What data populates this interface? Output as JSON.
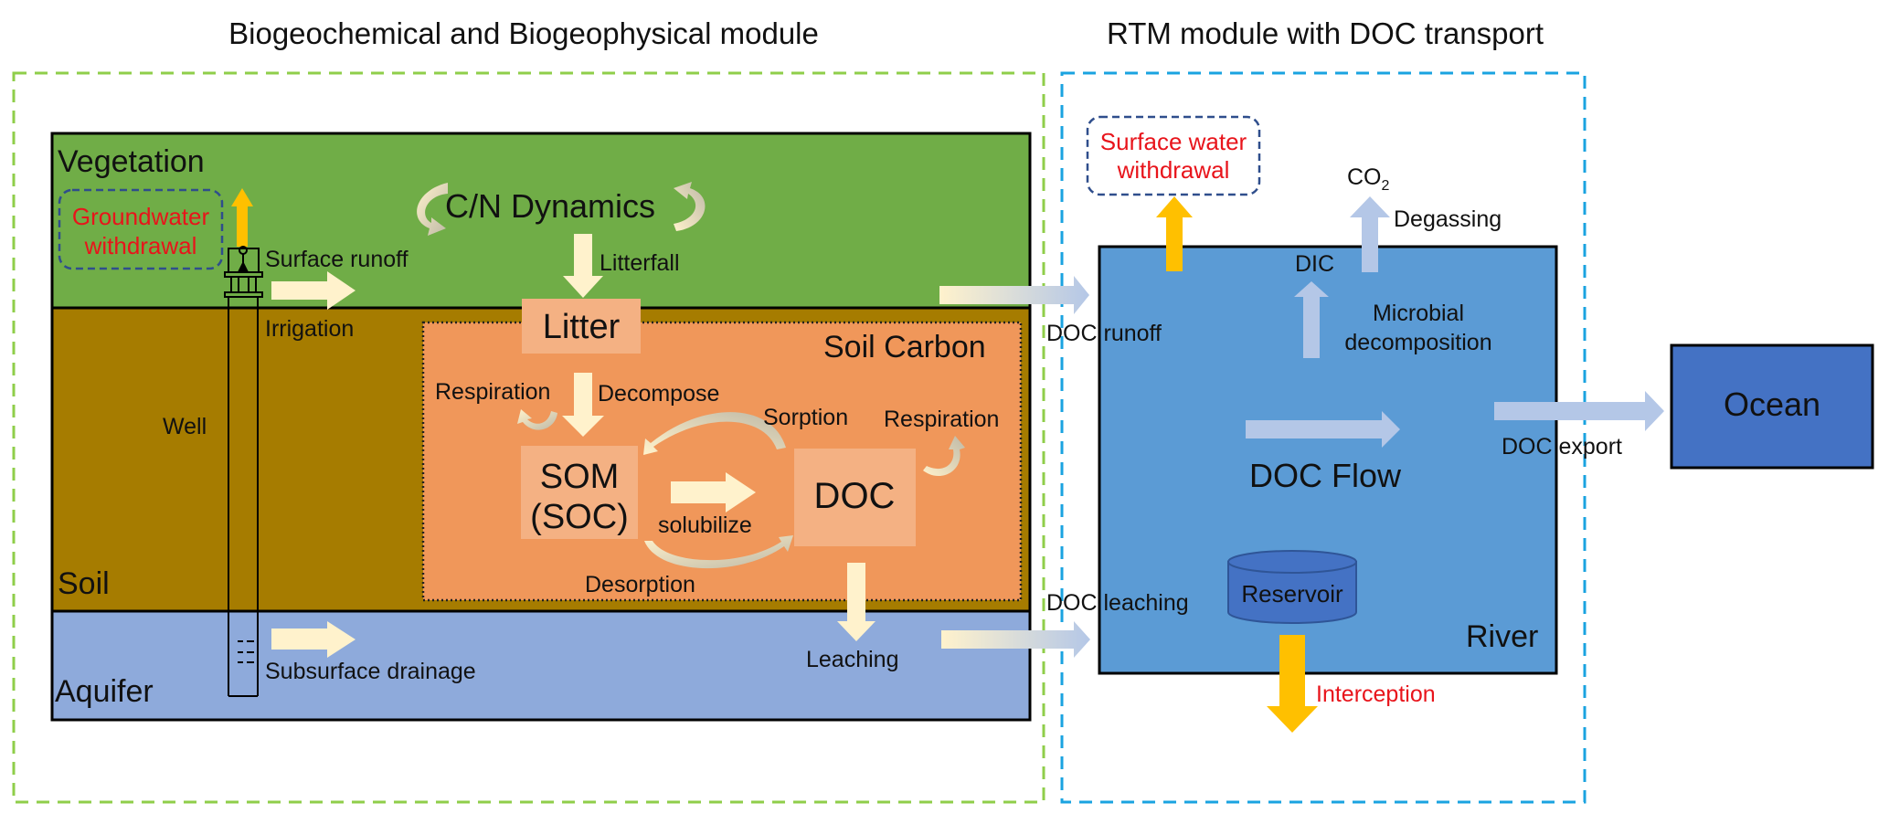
{
  "titles": {
    "left_module": "Biogeochemical and Biogeophysical module",
    "right_module": "RTM module with DOC transport"
  },
  "layers": {
    "vegetation": "Vegetation",
    "soil": "Soil",
    "aquifer": "Aquifer",
    "soil_carbon": "Soil Carbon"
  },
  "boxes": {
    "litter": "Litter",
    "som_line1": "SOM",
    "som_line2": "(SOC)",
    "doc": "DOC",
    "river": "River",
    "ocean": "Ocean",
    "reservoir": "Reservoir",
    "doc_flow": "DOC Flow"
  },
  "callouts": {
    "groundwater_line1": "Groundwater",
    "groundwater_line2": "withdrawal",
    "surface_water_line1": "Surface water",
    "surface_water_line2": "withdrawal"
  },
  "processes": {
    "cn_dynamics": "C/N Dynamics",
    "litterfall": "Litterfall",
    "surface_runoff": "Surface runoff",
    "irrigation": "Irrigation",
    "well": "Well",
    "respiration_left": "Respiration",
    "decompose": "Decompose",
    "sorption": "Sorption",
    "respiration_right": "Respiration",
    "solubilize": "solubilize",
    "desorption": "Desorption",
    "leaching": "Leaching",
    "subsurface_drainage": "Subsurface drainage",
    "doc_runoff": "DOC runoff",
    "doc_leaching": "DOC leaching",
    "dic": "DIC",
    "co2": "CO",
    "co2_sub": "2",
    "degassing": "Degassing",
    "microbial_line1": "Microbial",
    "microbial_line2": "decomposition",
    "doc_export": "DOC export",
    "interception": "Interception"
  },
  "colors": {
    "vegetation": "#70ad47",
    "soil": "#a67c00",
    "aquifer": "#8eaadb",
    "soil_carbon": "#f0975a",
    "inner_box": "#f4b183",
    "river": "#5b9bd5",
    "ocean": "#4472c4",
    "reservoir": "#4472c4",
    "cream_arrow": "#fff2cc",
    "blue_arrow": "#b4c7e7",
    "yellow_arrow": "#ffc000",
    "red_text": "#e8141b",
    "green_dash": "#8fce4a",
    "blue_dash": "#1aa3e0",
    "navy_dash": "#2f4e8c"
  }
}
